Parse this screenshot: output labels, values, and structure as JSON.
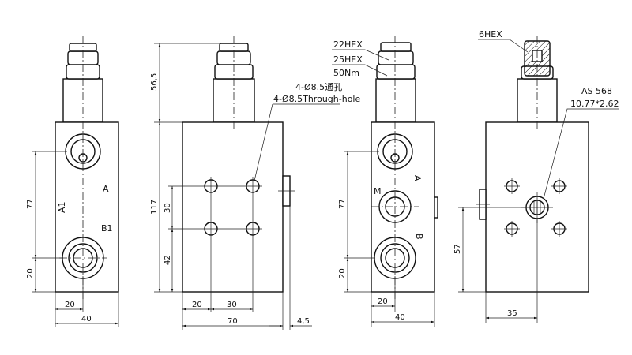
{
  "views": {
    "front": {
      "ports": [
        "A",
        "A1",
        "B1"
      ],
      "dims": {
        "height_ports": "77",
        "bottom_port": "20",
        "port_x": "20",
        "width": "40"
      }
    },
    "side": {
      "dims": {
        "cartridge_height": "56,5",
        "body_height": "117",
        "hole_spacing_v": "30",
        "hole_bottom": "42",
        "hole_x": "20",
        "hole_spacing_h": "30",
        "width": "70",
        "boss": "4,5"
      },
      "hole_note_cn": "4-Ø8.5通孔",
      "hole_note_en": "4-Ø8.5Through-hole"
    },
    "rear": {
      "ports": [
        "A",
        "M",
        "B"
      ],
      "notes": [
        "22HEX",
        "25HEX",
        "50Nm"
      ],
      "dims": {
        "height_ports": "77",
        "bottom_port": "20",
        "port_x": "20",
        "width": "40"
      }
    },
    "section": {
      "notes": [
        "6HEX",
        "AS 568",
        "10.77*2.62"
      ],
      "dims": {
        "port_height": "57",
        "port_x": "35"
      }
    }
  }
}
